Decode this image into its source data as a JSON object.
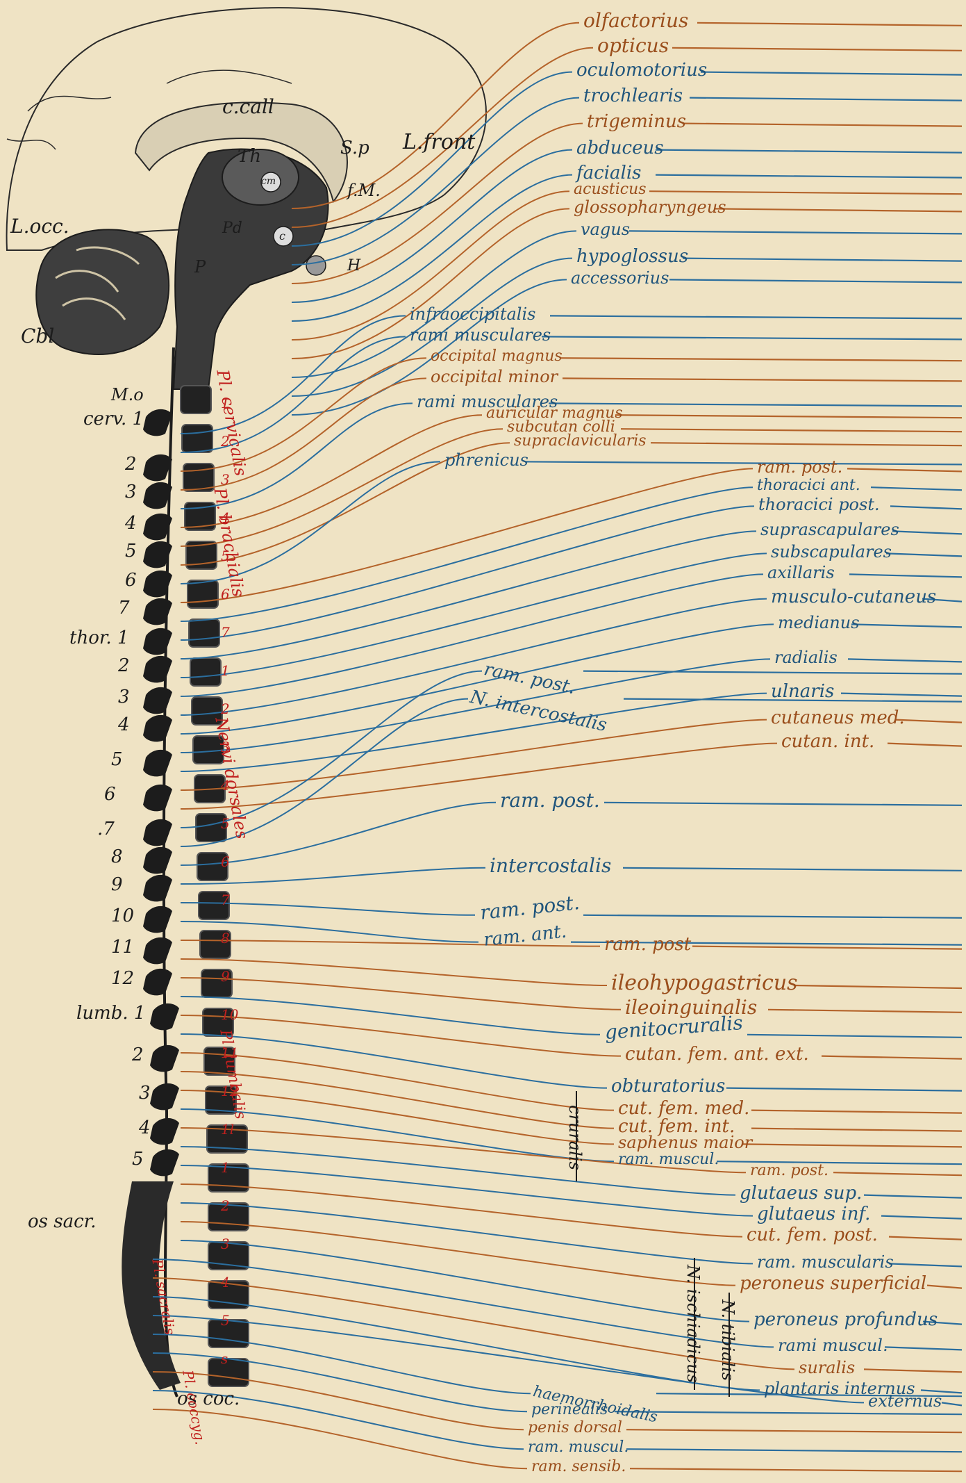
{
  "colors": {
    "paper": "#efe3c4",
    "nerve_blue": "#2b6e9e",
    "nerve_brown": "#b4632a",
    "ink": "#1c1c1c",
    "segment_red": "#c0201e"
  },
  "brain_labels": {
    "ccall": "c.call",
    "l_front": "L.front",
    "l_occ": "L.occ.",
    "th": "Th",
    "cm": "cm",
    "sp": "S.p",
    "fm": "f.M.",
    "pd": "Pd",
    "c": "c",
    "h": "H",
    "p": "P",
    "cbl": "Cbl",
    "m_o": "M.o"
  },
  "nerve_labels": [
    {
      "text": "olfactorius",
      "color": "brown"
    },
    {
      "text": "opticus",
      "color": "brown"
    },
    {
      "text": "oculomotorius",
      "color": "blue"
    },
    {
      "text": "trochlearis",
      "color": "blue"
    },
    {
      "text": "trigeminus",
      "color": "brown"
    },
    {
      "text": "abduceus",
      "color": "blue"
    },
    {
      "text": "facialis",
      "color": "blue"
    },
    {
      "text": "acusticus",
      "color": "brown"
    },
    {
      "text": "glossopharyngeus",
      "color": "brown"
    },
    {
      "text": "vagus",
      "color": "blue"
    },
    {
      "text": "hypoglossus",
      "color": "blue"
    },
    {
      "text": "accessorius",
      "color": "blue"
    },
    {
      "text": "infraoccipitalis",
      "color": "blue"
    },
    {
      "text": "rami musculares",
      "color": "blue"
    },
    {
      "text": "occipital magnus",
      "color": "brown"
    },
    {
      "text": "occipital minor",
      "color": "brown"
    },
    {
      "text": "rami musculares",
      "color": "blue"
    },
    {
      "text": "auricular magnus",
      "color": "brown"
    },
    {
      "text": "subcutan colli",
      "color": "brown"
    },
    {
      "text": "supraclavicularis",
      "color": "brown"
    },
    {
      "text": "phrenicus",
      "color": "blue"
    },
    {
      "text": "ram. post.",
      "color": "brown"
    },
    {
      "text": "thoracici ant.",
      "color": "blue"
    },
    {
      "text": "thoracici post.",
      "color": "blue"
    },
    {
      "text": "suprascapulares",
      "color": "blue"
    },
    {
      "text": "subscapulares",
      "color": "blue"
    },
    {
      "text": "axillaris",
      "color": "blue"
    },
    {
      "text": "musculo-cutaneus",
      "color": "blue"
    },
    {
      "text": "medianus",
      "color": "blue"
    },
    {
      "text": "radialis",
      "color": "blue"
    },
    {
      "text": "ulnaris",
      "color": "blue"
    },
    {
      "text": "cutaneus med.",
      "color": "brown"
    },
    {
      "text": "cutan. int.",
      "color": "brown"
    },
    {
      "text": "ram. post.",
      "color": "blue"
    },
    {
      "text": "N. intercostalis",
      "color": "blue"
    },
    {
      "text": "ram. post.",
      "color": "blue"
    },
    {
      "text": "intercostalis",
      "color": "blue"
    },
    {
      "text": "ram. post.",
      "color": "blue"
    },
    {
      "text": "ram. ant.",
      "color": "blue"
    },
    {
      "text": "ram. post",
      "color": "brown"
    },
    {
      "text": "ileohypogastricus",
      "color": "brown"
    },
    {
      "text": "ileoinguinalis",
      "color": "brown"
    },
    {
      "text": "genitocruralis",
      "color": "blue"
    },
    {
      "text": "cutan. fem. ant. ext.",
      "color": "brown"
    },
    {
      "text": "obturatorius",
      "color": "blue"
    },
    {
      "text": "cut. fem. med.",
      "color": "brown"
    },
    {
      "text": "cut. fem. int.",
      "color": "brown"
    },
    {
      "text": "saphenus maior",
      "color": "brown"
    },
    {
      "text": "ram. muscul.",
      "color": "blue"
    },
    {
      "text": "ram. post.",
      "color": "brown"
    },
    {
      "text": "glutaeus sup.",
      "color": "blue"
    },
    {
      "text": "glutaeus inf.",
      "color": "blue"
    },
    {
      "text": "cut. fem. post.",
      "color": "brown"
    },
    {
      "text": "ram. muscularis",
      "color": "blue"
    },
    {
      "text": "peroneus superficial",
      "color": "brown"
    },
    {
      "text": "peroneus profundus",
      "color": "blue"
    },
    {
      "text": "rami muscul.",
      "color": "blue"
    },
    {
      "text": "suralis",
      "color": "brown"
    },
    {
      "text": "plantaris internus",
      "color": "blue"
    },
    {
      "text": "externus",
      "color": "blue"
    },
    {
      "text": "haemorrhoidalis",
      "color": "blue"
    },
    {
      "text": "perinealis",
      "color": "blue"
    },
    {
      "text": "penis dorsal",
      "color": "brown"
    },
    {
      "text": "ram. muscul.",
      "color": "blue"
    },
    {
      "text": "ram. sensib.",
      "color": "brown"
    }
  ],
  "group_labels": {
    "cruralis": "cruralis",
    "ischiadicus": "N. ischiadicus",
    "tibialis": "N. tibialis"
  },
  "plexus_labels": {
    "cervicalis": "Pl. cervicalis",
    "brachialis": "Pl. brachialis",
    "dorsalis": "Nervi dorsales",
    "lumbalis": "Pl. lumbalis",
    "sacralis": "Pl. sacralis",
    "coccyg": "Pl. coccyg."
  },
  "vertebra_labels": [
    {
      "text": "cerv. 1"
    },
    {
      "text": "2"
    },
    {
      "text": "3"
    },
    {
      "text": "4"
    },
    {
      "text": "5"
    },
    {
      "text": "6"
    },
    {
      "text": "7"
    },
    {
      "text": "thor. 1"
    },
    {
      "text": "2"
    },
    {
      "text": "3"
    },
    {
      "text": "4"
    },
    {
      "text": "5"
    },
    {
      "text": "6"
    },
    {
      "text": ".7"
    },
    {
      "text": "8"
    },
    {
      "text": "9"
    },
    {
      "text": "10"
    },
    {
      "text": "11"
    },
    {
      "text": "12"
    },
    {
      "text": "lumb. 1"
    },
    {
      "text": "2"
    },
    {
      "text": "3"
    },
    {
      "text": "4"
    },
    {
      "text": "5"
    },
    {
      "text": "os sacr."
    },
    {
      "text": "os coc."
    }
  ],
  "segment_numbers": [
    "1",
    "2",
    "3",
    "4",
    "5",
    "6",
    "7",
    "1",
    "2",
    "3",
    "4",
    "5",
    "6",
    "7",
    "8",
    "9",
    "10",
    "11",
    "12",
    "1l",
    "1",
    "2",
    "3",
    "4",
    "5",
    "s"
  ]
}
